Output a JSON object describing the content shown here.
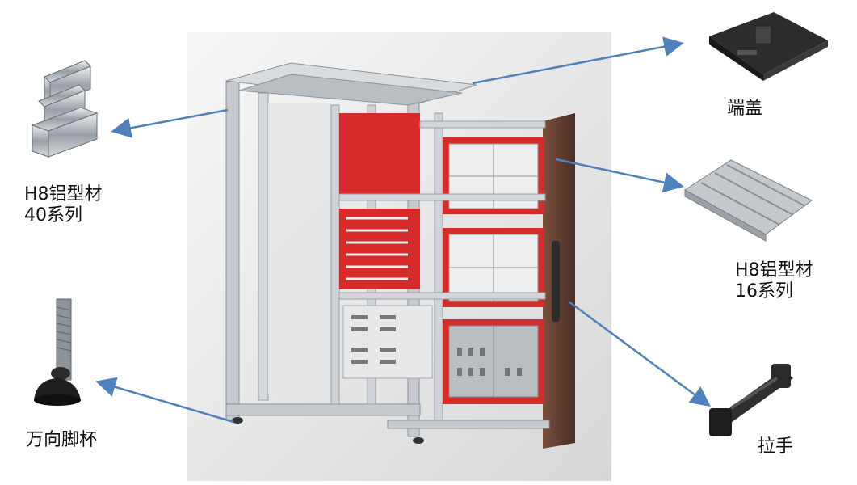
{
  "labels": {
    "profile_40": {
      "line1": "H8铝型材",
      "line2": "40系列"
    },
    "end_cap": "端盖",
    "profile_16": {
      "line1": "H8铝型材",
      "line2": "16系列"
    },
    "leveling_foot": "万向脚杯",
    "handle": "拉手"
  },
  "colors": {
    "arrow": "#4f81bd",
    "panel_red": "#d62b2b",
    "frame": "#c9cdd2",
    "door": "#5b3a2e"
  }
}
